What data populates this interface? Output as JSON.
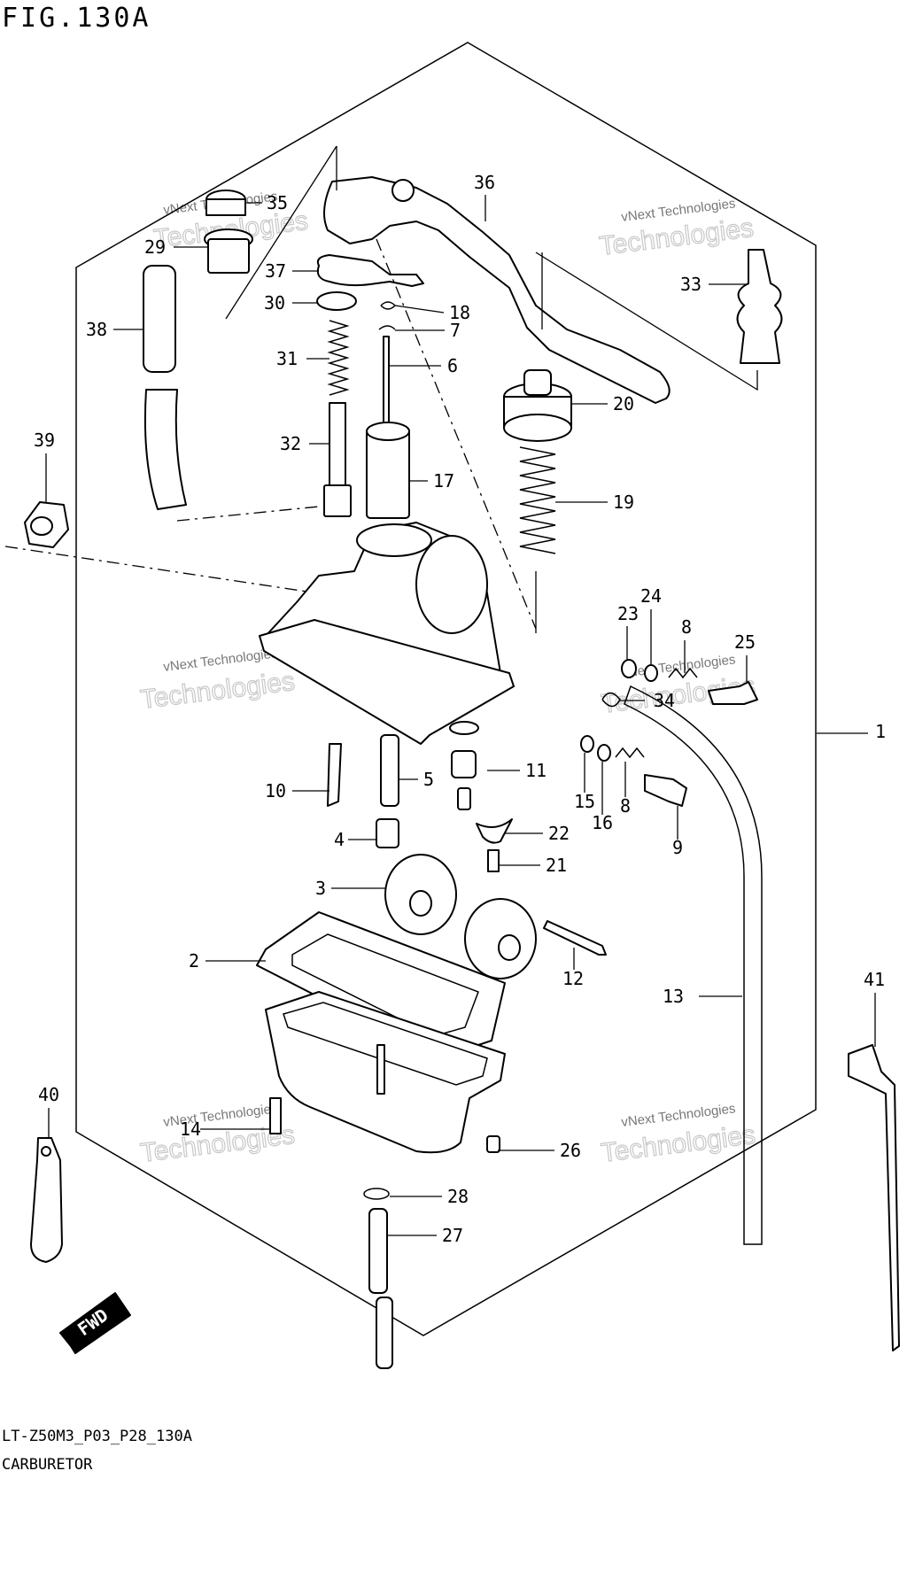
{
  "figure": {
    "title": "FIG.130A",
    "code": "LT-Z50M3_P03_P28_130A",
    "name": "CARBURETOR",
    "fwd_label": "FWD"
  },
  "watermark": {
    "line1": "vNext Technologies",
    "line2": "Technologies"
  },
  "callouts": [
    "1",
    "2",
    "3",
    "4",
    "5",
    "6",
    "7",
    "8",
    "8",
    "9",
    "10",
    "11",
    "12",
    "13",
    "14",
    "15",
    "16",
    "17",
    "18",
    "19",
    "20",
    "21",
    "22",
    "23",
    "24",
    "25",
    "26",
    "27",
    "28",
    "29",
    "30",
    "31",
    "32",
    "33",
    "34",
    "35",
    "36",
    "37",
    "38",
    "39",
    "40",
    "41"
  ]
}
